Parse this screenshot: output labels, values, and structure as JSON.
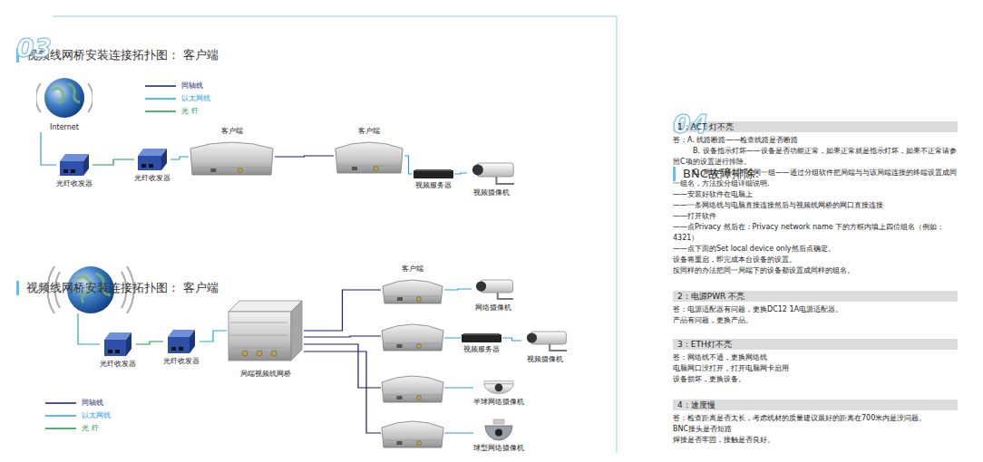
{
  "diagram": {
    "title": "视频线网桥安装连接拓扑图： 客户端",
    "nodes": [
      {
        "text": [
          "Internet"
        ]
      },
      {
        "text": [
          "光纤收发器"
        ]
      },
      {
        "text": [
          "光纤收发器"
        ]
      },
      {
        "text": [
          "客户端"
        ]
      },
      {
        "text": [
          "客户端"
        ]
      },
      {
        "text": [
          "视频服务器"
        ]
      },
      {
        "text": [
          "视频摄像机"
        ]
      },
      {
        "text": [
          "光纤收发器"
        ]
      },
      {
        "text": [
          "光纤收发器"
        ]
      },
      {
        "text": [
          "局端视频线网桥"
        ]
      },
      {
        "text": [
          "客户端"
        ]
      },
      {
        "text": [
          "网络摄像机"
        ]
      },
      {
        "text": [
          "视频服务器"
        ]
      },
      {
        "text": [
          "视频摄像机"
        ]
      },
      {
        "text": [
          "半球网络摄像机"
        ]
      },
      {
        "text": [
          "球型网络摄像机"
        ]
      },
      {
        "text": [
          "1：ACT 灯不亮"
        ]
      },
      {
        "text": [
          "2：电源PWR 不亮"
        ]
      },
      {
        "text": [
          "3：ETH灯不亮"
        ]
      },
      {
        "text": [
          "4：速度慢"
        ]
      }
    ],
    "edges": [
      {
        "from": 0,
        "to": 1,
        "arrow": "none"
      },
      {
        "from": 1,
        "to": 2,
        "arrow": "none"
      },
      {
        "from": 2,
        "to": 3,
        "arrow": "none"
      },
      {
        "from": 3,
        "to": 4,
        "arrow": "none"
      },
      {
        "from": 4,
        "to": 5,
        "arrow": "none"
      },
      {
        "from": 5,
        "to": 6,
        "arrow": "none"
      },
      {
        "from": 7,
        "to": 8,
        "arrow": "none"
      },
      {
        "from": 8,
        "to": 9,
        "arrow": "none"
      },
      {
        "from": 9,
        "to": 10,
        "arrow": "none"
      },
      {
        "from": 10,
        "to": 11,
        "arrow": "none"
      },
      {
        "from": 12,
        "to": 13,
        "arrow": "none"
      }
    ],
    "labels": [
      "03",
      "视频线网桥安装连接拓扑图： 客户端",
      "04",
      "BNC故障排除:",
      "答：A. 线路断路——检查线路是否断路",
      "B. 设备指示灯坏——设备是否功能正常，如果正常就是指示灯坏，如果不正常请参照C项的设置进行排除。",
      "C. 局端与终端不在同一组——通过分组软件把局端与与该局端连接的终端设置成同一组名，方法按分组详细说明.",
      "——安装好软件在电脑上",
      "——一条网络线与电脑直接连接然后与视频线网桥的网口直接连接",
      "——打开软件",
      "——点Privacy 然后在：Privacy network name 下的方框内填上四位组名（例如：4321）",
      "——点下面的Set local device only然后点确定。",
      "设备将重启，即完成本台设备的设置。",
      "按同样的办法把同一局端下的设备都设置成同样的组名。",
      "答：电源适配器有问题，更换DC12 1A电源适配器。",
      "产品有问题，更换产品。",
      "答：网络线不通，更换网络线",
      "电脑网口没打开，打开电脑网卡启用",
      "设备损坏，更换设备。",
      "答：检查距离是否太长，考虑线材的质量建议最好的距离在700米内是没问题。",
      "BNC接头是否短路",
      "焊接是否牢固，接触是否良好。"
    ],
    "legend": [
      {
        "text": "同轴线"
      },
      {
        "text": "以太网线"
      },
      {
        "text": "光 纤"
      },
      {
        "text": "同轴线"
      },
      {
        "text": "以太网线"
      },
      {
        "text": "光 纤"
      }
    ]
  }
}
